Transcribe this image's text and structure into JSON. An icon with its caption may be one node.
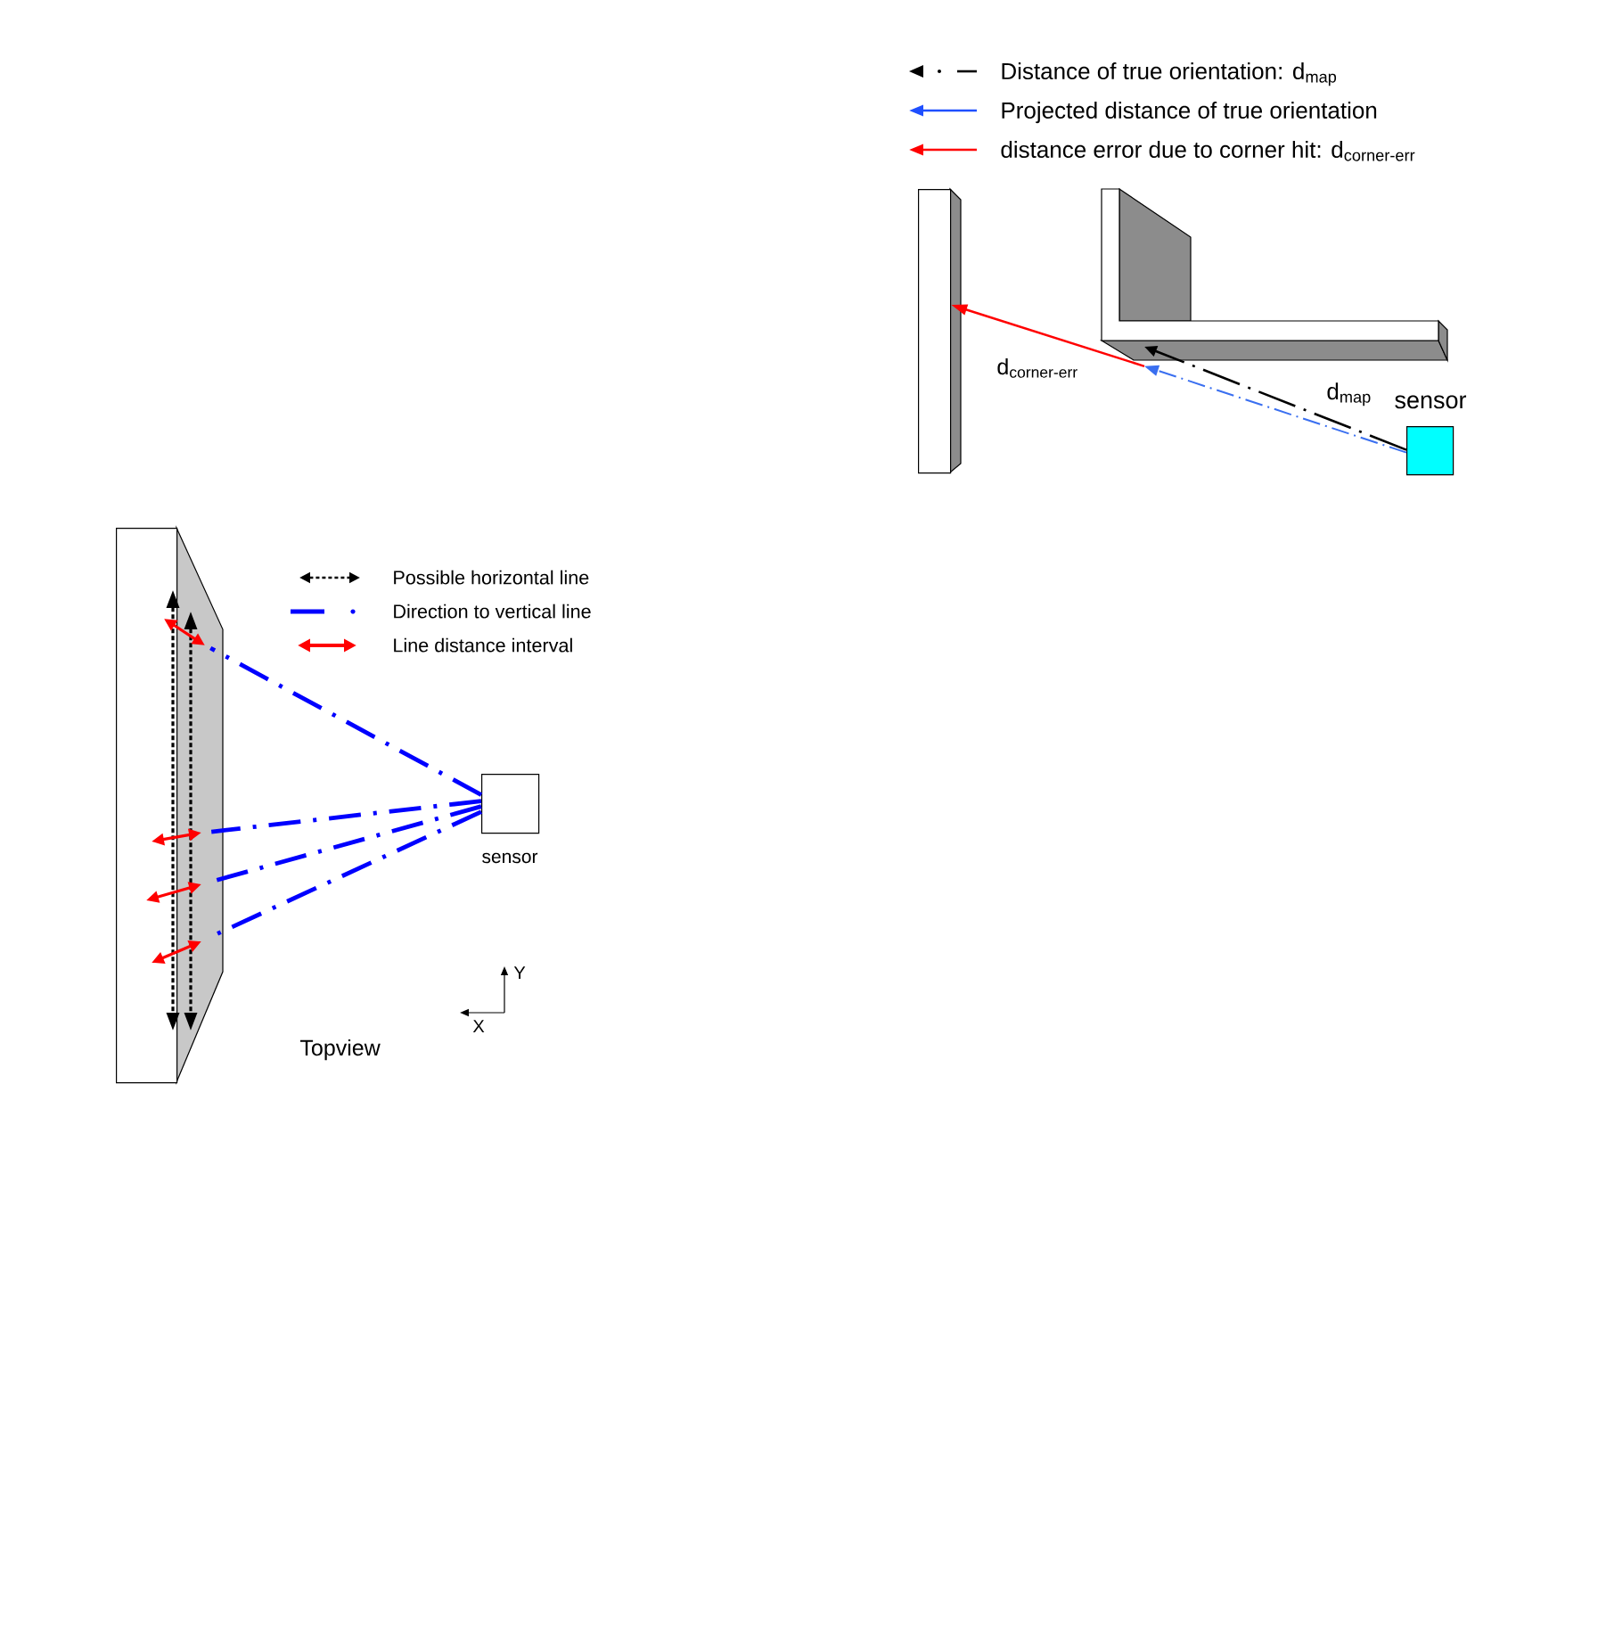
{
  "diagram": {
    "nodes": [
      {
        "text": [],
        "shape": "box"
      },
      {
        "text": [],
        "shape": "box"
      },
      {
        "text": [],
        "shape": "box",
        "beside": [
          "sensor"
        ]
      },
      {
        "text": [],
        "shape": "box"
      },
      {
        "text": [],
        "shape": "box",
        "beside": [
          "sensor"
        ]
      }
    ],
    "edges": [
      {
        "from": 2,
        "to": 1,
        "arrow": "to",
        "style": "dashed",
        "color": "#000000",
        "label": "d$_{map}$"
      },
      {
        "from": 2,
        "to": 1,
        "arrow": "to",
        "style": "dashed",
        "color": "#3a6ff0"
      },
      {
        "from": 1,
        "to": 0,
        "arrow": "to",
        "color": "#ff0000",
        "label": "d$_{corner-err}$"
      },
      {
        "from": 4,
        "to": 3,
        "arrow": "none",
        "style": "dashed"
      },
      {
        "from": 4,
        "to": 3,
        "arrow": "none",
        "style": "dashed"
      },
      {
        "from": 4,
        "to": 3,
        "arrow": "none",
        "style": "dashed"
      },
      {
        "from": 4,
        "to": 3,
        "arrow": "none",
        "style": "dashed"
      }
    ],
    "labels": [
      "Y",
      "X",
      "Topview"
    ],
    "legend": [
      {
        "text": "Distance of true orientation: d$_{map}$"
      },
      {
        "text": "Projected distance of true orientation"
      },
      {
        "text": "distance error due to corner hit: d$_{corner-err}$"
      },
      {
        "text": "Possible horizontal line"
      },
      {
        "text": "Direction to vertical line"
      },
      {
        "text": "Line distance interval"
      }
    ]
  }
}
